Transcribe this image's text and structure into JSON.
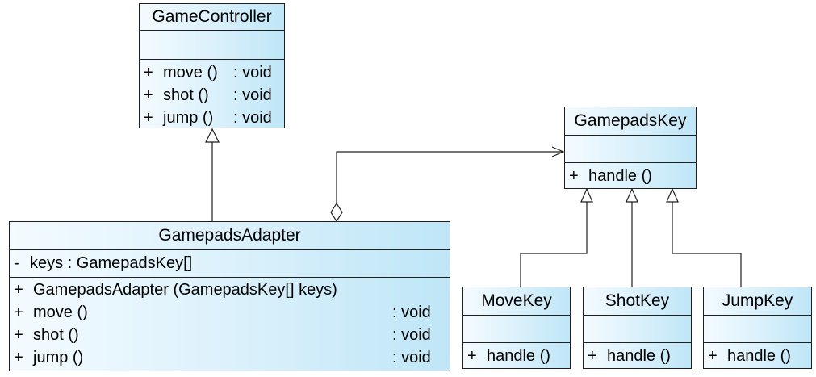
{
  "classes": {
    "game_controller": {
      "name": "GameController",
      "attributes": [],
      "operations": [
        {
          "vis": "+",
          "sig": "move ()",
          "type": ": void"
        },
        {
          "vis": "+",
          "sig": "shot ()",
          "type": ": void"
        },
        {
          "vis": "+",
          "sig": "jump ()",
          "type": ": void"
        }
      ]
    },
    "gamepads_key": {
      "name": "GamepadsKey",
      "attributes": [],
      "operations": [
        {
          "vis": "+",
          "sig": "handle ()",
          "type": ""
        }
      ]
    },
    "gamepads_adapter": {
      "name": "GamepadsAdapter",
      "attributes": [
        {
          "vis": "-",
          "sig": "keys : GamepadsKey[]"
        }
      ],
      "operations": [
        {
          "vis": "+",
          "sig": "GamepadsAdapter (GamepadsKey[] keys)",
          "type": ""
        },
        {
          "vis": "+",
          "sig": "move ()",
          "type": ": void"
        },
        {
          "vis": "+",
          "sig": "shot ()",
          "type": ": void"
        },
        {
          "vis": "+",
          "sig": "jump ()",
          "type": ": void"
        }
      ]
    },
    "move_key": {
      "name": "MoveKey",
      "attributes": [],
      "operations": [
        {
          "vis": "+",
          "sig": "handle ()",
          "type": ""
        }
      ]
    },
    "shot_key": {
      "name": "ShotKey",
      "attributes": [],
      "operations": [
        {
          "vis": "+",
          "sig": "handle ()",
          "type": ""
        }
      ]
    },
    "jump_key": {
      "name": "JumpKey",
      "attributes": [],
      "operations": [
        {
          "vis": "+",
          "sig": "handle ()",
          "type": ""
        }
      ]
    }
  },
  "relationships": [
    {
      "type": "generalization",
      "from": "GamepadsAdapter",
      "to": "GameController"
    },
    {
      "type": "aggregation",
      "whole": "GamepadsAdapter",
      "part": "GamepadsKey"
    },
    {
      "type": "generalization",
      "from": "MoveKey",
      "to": "GamepadsKey"
    },
    {
      "type": "generalization",
      "from": "ShotKey",
      "to": "GamepadsKey"
    },
    {
      "type": "generalization",
      "from": "JumpKey",
      "to": "GamepadsKey"
    }
  ],
  "colors": {
    "box_light": "#f4fbff",
    "box_mid": "#d9f0fb",
    "box_dark": "#bfe6f7",
    "stroke": "#1f1f1f"
  }
}
